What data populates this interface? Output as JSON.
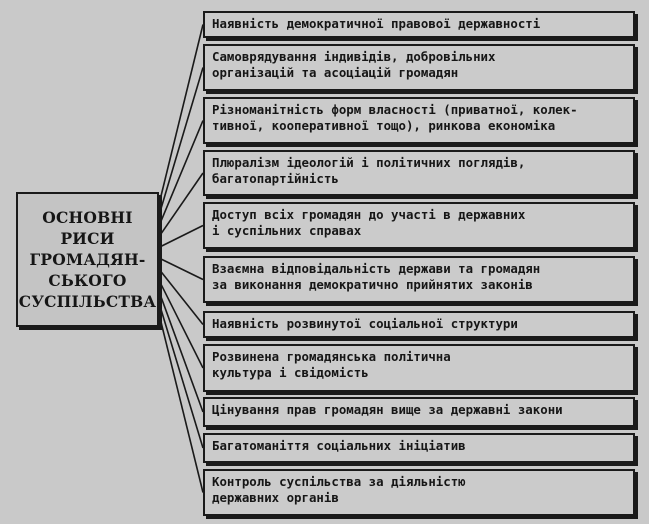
{
  "center": {
    "title": "ОСНОВНІ\nРИСИ\nГРОМАДЯН-\nСЬКОГО\nСУСПІЛЬСТВА"
  },
  "features": [
    "Наявність демократичної правової державності",
    "Самоврядування індивідів, добровільних\nорганізацій та асоціацій громадян",
    "Різноманітність форм власності (приватної, колек-\nтивної, кооперативної тощо), ринкова економіка",
    "Плюралізм ідеологій і політичних поглядів,\nбагатопартійність",
    "Доступ всіх громадян до участі в державних\nі суспільних справах",
    "Взаємна відповідальність держави та громадян\nза виконання демократично прийнятих законів",
    "Наявність розвинутої соціальної структури",
    "Розвинена громадянська політична\nкультура і свідомість",
    "Цінування прав громадян вище за державні закони",
    "Багатоманіття соціальних ініціатив",
    "Контроль суспільства за діяльністю\nдержавних органів"
  ]
}
